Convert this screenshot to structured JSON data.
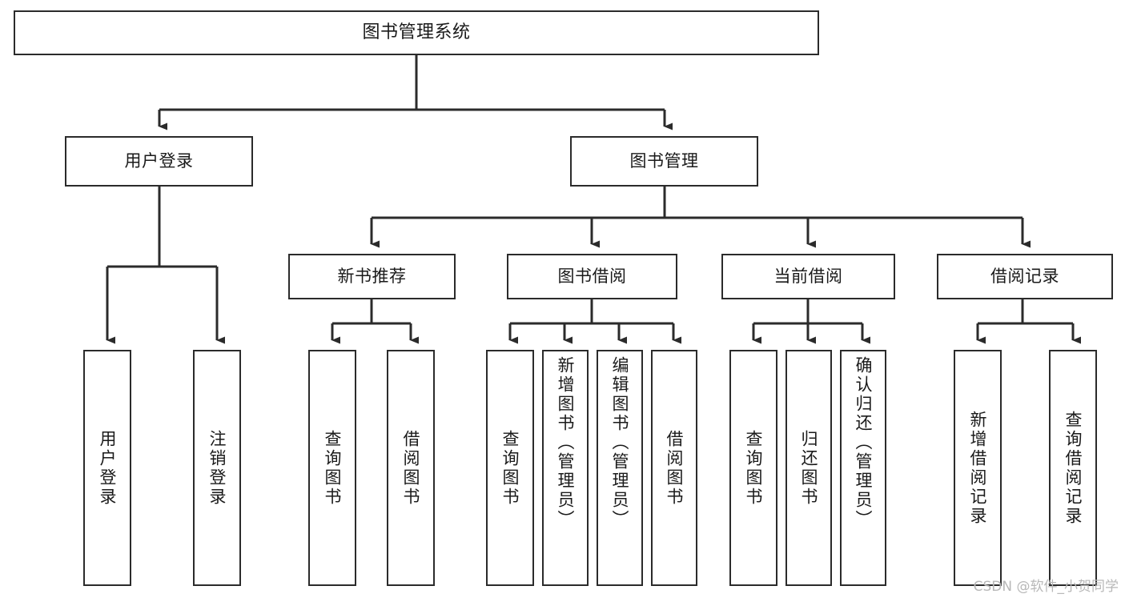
{
  "diagram": {
    "title": "图书管理系统",
    "type": "tree",
    "colors": {
      "background": "#ffffff",
      "stroke": "#2b2b2b",
      "text": "#1a1a1a",
      "watermark": "#b8b8b8"
    },
    "levels": {
      "root": {
        "label": "图书管理系统"
      },
      "level2": [
        {
          "id": "user-login",
          "label": "用户登录"
        },
        {
          "id": "book-manage",
          "label": "图书管理"
        }
      ],
      "level3": [
        {
          "id": "new-book-recommend",
          "label": "新书推荐"
        },
        {
          "id": "book-borrow",
          "label": "图书借阅"
        },
        {
          "id": "current-borrow",
          "label": "当前借阅"
        },
        {
          "id": "borrow-record",
          "label": "借阅记录"
        }
      ],
      "leaves": {
        "user-login": [
          {
            "id": "leaf-user-login",
            "label": "用户登录"
          },
          {
            "id": "leaf-logout",
            "label": "注销登录"
          }
        ],
        "new-book-recommend": [
          {
            "id": "leaf-query-book-1",
            "label": "查询图书"
          },
          {
            "id": "leaf-borrow-book-1",
            "label": "借阅图书"
          }
        ],
        "book-borrow": [
          {
            "id": "leaf-query-book-2",
            "label": "查询图书"
          },
          {
            "id": "leaf-add-book",
            "label": "新增图书（管理员）"
          },
          {
            "id": "leaf-edit-book",
            "label": "编辑图书（管理员）"
          },
          {
            "id": "leaf-borrow-book-2",
            "label": "借阅图书"
          }
        ],
        "current-borrow": [
          {
            "id": "leaf-query-book-3",
            "label": "查询图书"
          },
          {
            "id": "leaf-return-book",
            "label": "归还图书"
          },
          {
            "id": "leaf-confirm-return",
            "label": "确认归还（管理员）"
          }
        ],
        "borrow-record": [
          {
            "id": "leaf-add-record",
            "label": "新增借阅记录"
          },
          {
            "id": "leaf-query-record",
            "label": "查询借阅记录"
          }
        ]
      }
    },
    "watermark": "CSDN @软件_小贺同学"
  }
}
